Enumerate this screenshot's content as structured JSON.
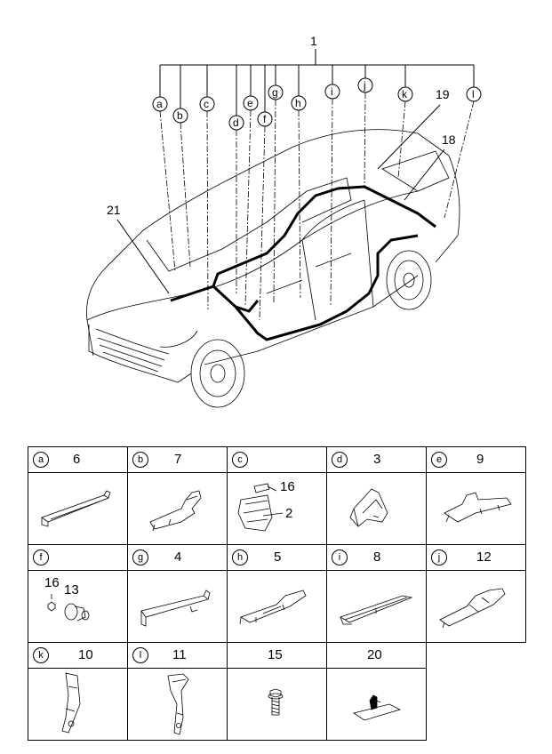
{
  "diagram": {
    "main_label": "1",
    "part_labels": [
      "21",
      "19",
      "18"
    ],
    "callouts": [
      "a",
      "b",
      "c",
      "d",
      "e",
      "f",
      "g",
      "h",
      "i",
      "j",
      "k",
      "l"
    ]
  },
  "grid": {
    "rows": [
      [
        {
          "letter": "a",
          "number": "6",
          "icon": "protector-bracket-a"
        },
        {
          "letter": "b",
          "number": "7",
          "icon": "protector-bracket-b"
        },
        {
          "letter": "c",
          "number": "",
          "icon": "connector-block-c",
          "sub_labels": [
            "16",
            "2"
          ]
        },
        {
          "letter": "d",
          "number": "3",
          "icon": "bracket-d"
        },
        {
          "letter": "e",
          "number": "9",
          "icon": "protector-e"
        }
      ],
      [
        {
          "letter": "f",
          "number": "",
          "icon": "grommet-f",
          "sub_labels": [
            "16",
            "13"
          ]
        },
        {
          "letter": "g",
          "number": "4",
          "icon": "protector-g"
        },
        {
          "letter": "h",
          "number": "5",
          "icon": "protector-h"
        },
        {
          "letter": "i",
          "number": "8",
          "icon": "protector-i"
        },
        {
          "letter": "j",
          "number": "12",
          "icon": "protector-j"
        }
      ],
      [
        {
          "letter": "k",
          "number": "10",
          "icon": "clip-k"
        },
        {
          "letter": "l",
          "number": "11",
          "icon": "clip-l"
        },
        {
          "letter": "",
          "number": "15",
          "icon": "bolt-15"
        },
        {
          "letter": "",
          "number": "20",
          "icon": "tape-20"
        }
      ]
    ]
  }
}
